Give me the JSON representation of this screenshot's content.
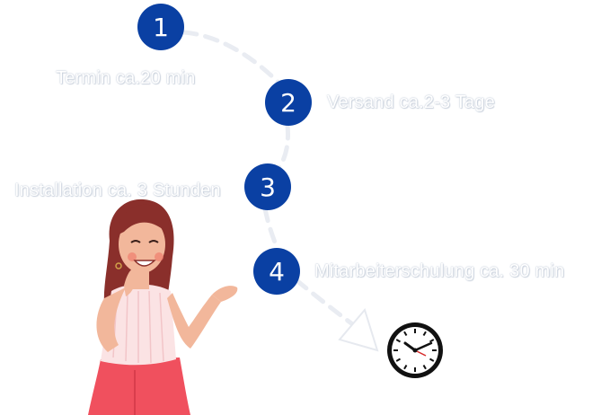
{
  "colors": {
    "step_circle": "#0a40a3",
    "dash": "#e9ecf2",
    "skin": "#f2b79b",
    "hair": "#8a2f2b",
    "top": "#fbe3e4",
    "skirt": "#f0505e"
  },
  "steps": [
    {
      "number": "1",
      "label": "Termin ca.20 min"
    },
    {
      "number": "2",
      "label": "Versand ca.2-3 Tage"
    },
    {
      "number": "3",
      "label": "Installation ca. 3 Stunden"
    },
    {
      "number": "4",
      "label": "Mitarbeiterschulung ca. 30 min"
    }
  ],
  "icons": {
    "clock": "clock-icon",
    "person": "woman-illustration"
  }
}
